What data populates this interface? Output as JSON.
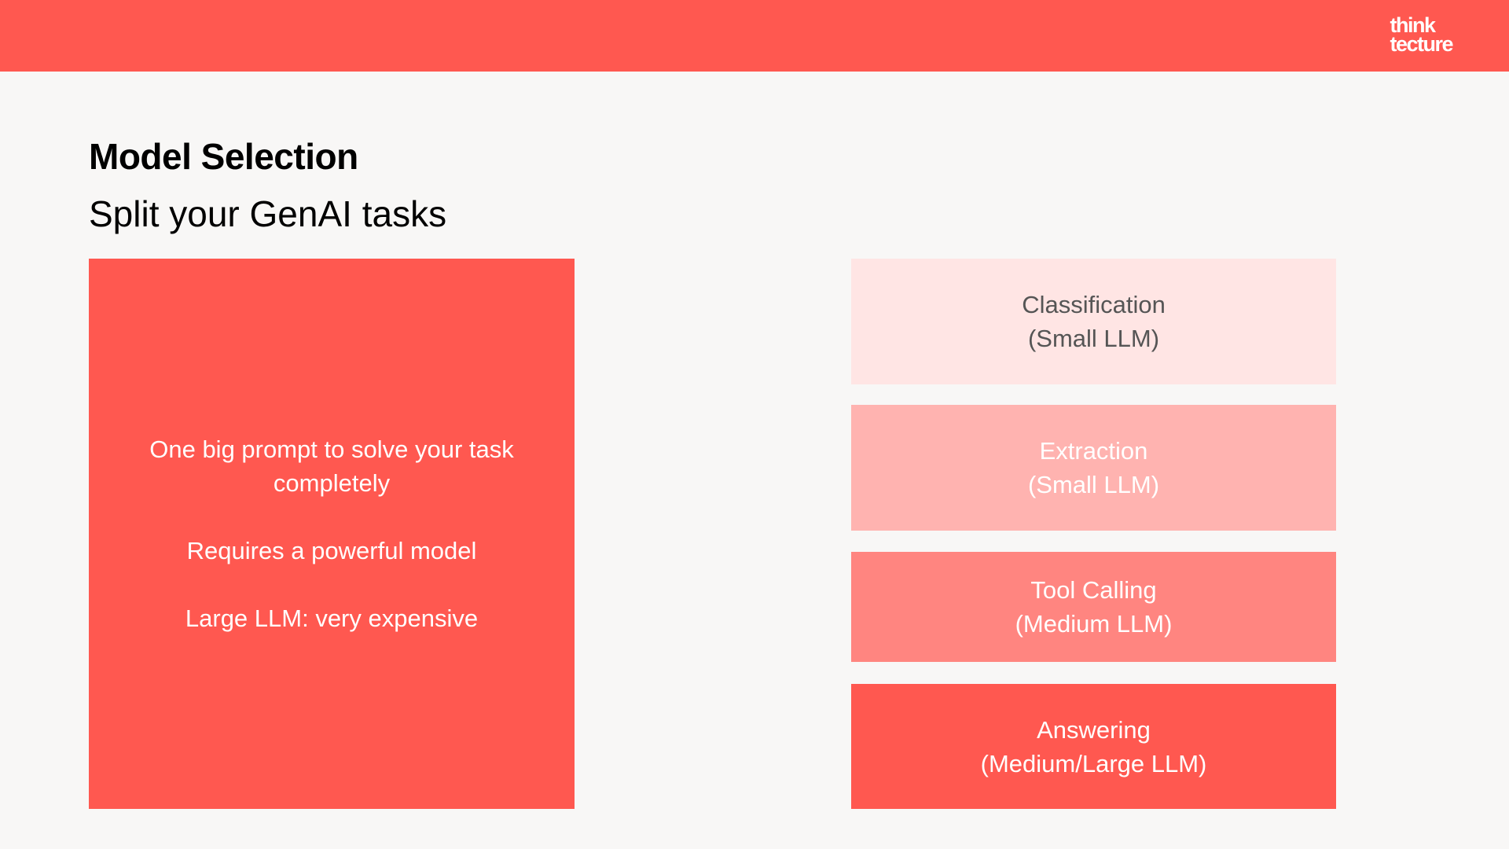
{
  "brand": {
    "logo_line1": "think",
    "logo_line2": "tecture",
    "accent_color": "#ff5850"
  },
  "slide": {
    "title": "Model Selection",
    "subtitle": "Split your GenAI tasks"
  },
  "monolith": {
    "line1": "One big prompt to solve your task completely",
    "line2": "Requires a powerful model",
    "line3": "Large LLM: very expensive"
  },
  "tasks": [
    {
      "name": "Classification",
      "model": "(Small LLM)",
      "color": "#ffe5e4"
    },
    {
      "name": "Extraction",
      "model": "(Small LLM)",
      "color": "#ffb3b0"
    },
    {
      "name": "Tool Calling",
      "model": "(Medium LLM)",
      "color": "#ff8580"
    },
    {
      "name": "Answering",
      "model": "(Medium/Large LLM)",
      "color": "#ff5850"
    }
  ]
}
